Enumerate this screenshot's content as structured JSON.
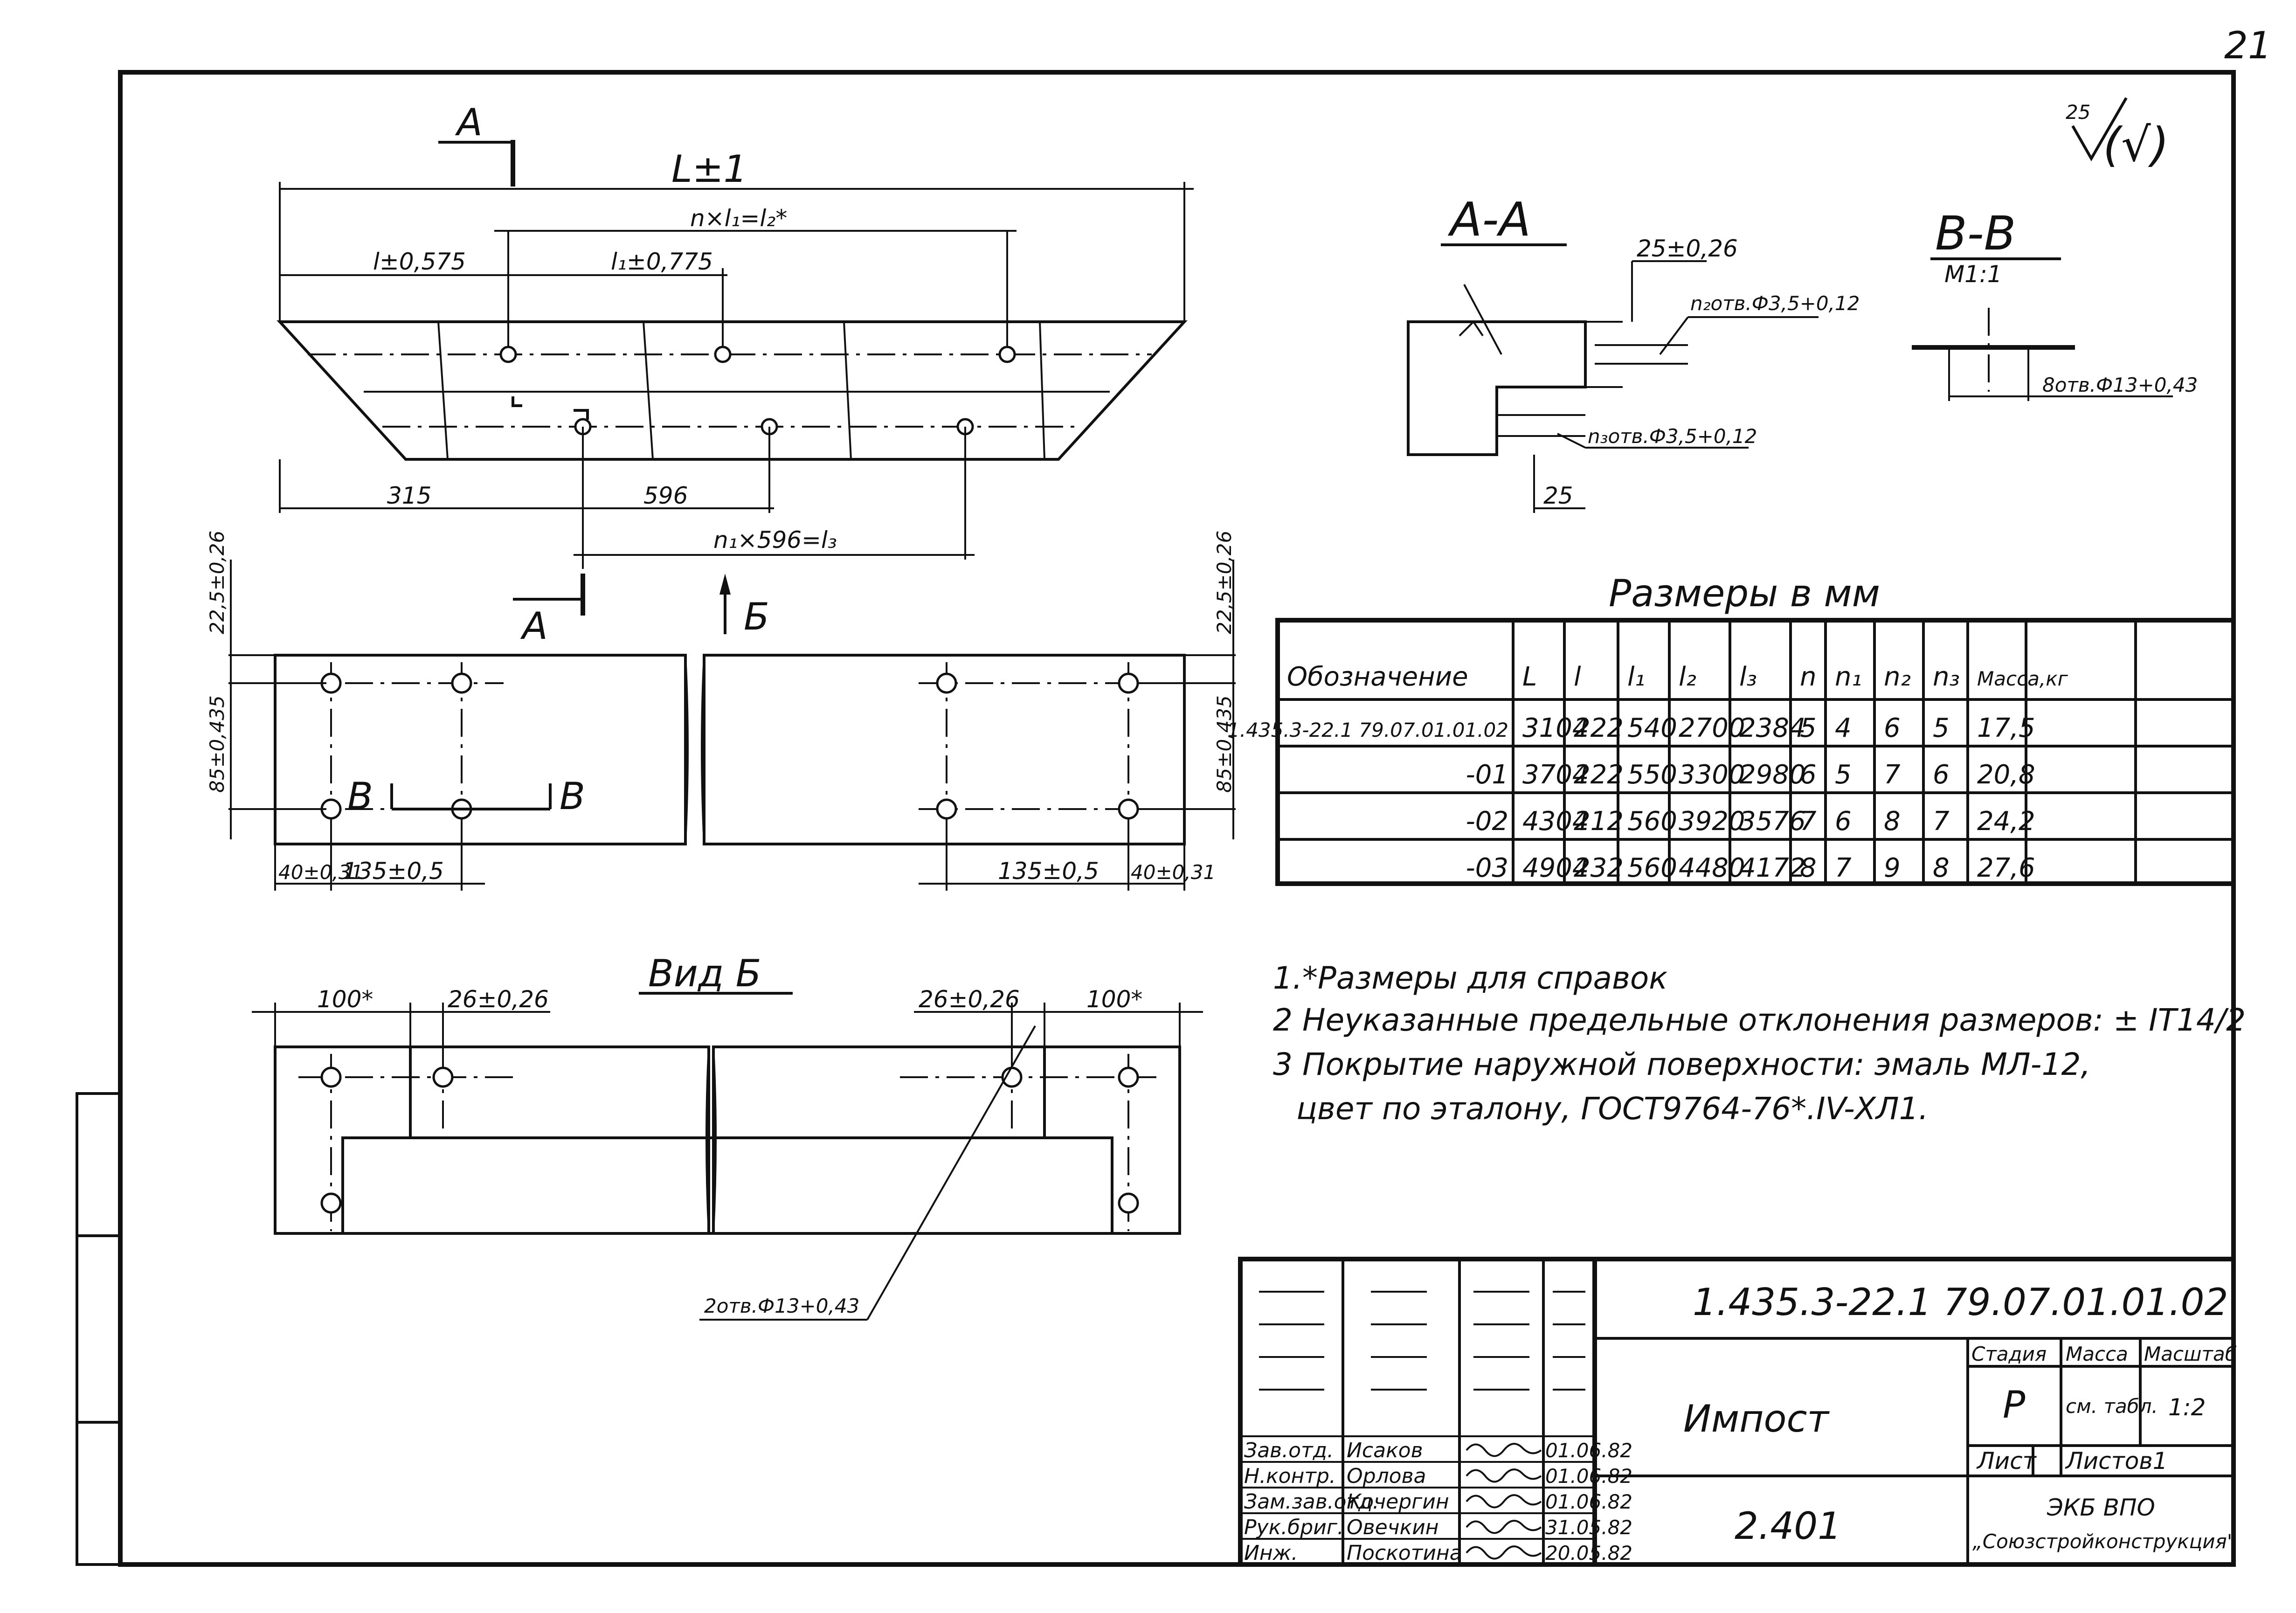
{
  "page_number": "21",
  "roughness": {
    "value": "25",
    "mark": "(√)"
  },
  "top_view": {
    "section_a": "А",
    "section_a_bottom": "А",
    "view_b_arrow": "Б",
    "dims": {
      "overall": "L±1",
      "pitch_total": "n×l₁=l₂*",
      "first_offset": "l±0,575",
      "pitch": "l₁±0,775",
      "start_bottom": "315",
      "pitch_bottom": "596",
      "total_bottom": "n₁×596=l₃"
    }
  },
  "front_view": {
    "dims": {
      "left_height_top": "22,5±0,26",
      "left_height": "85±0,435",
      "right_height_top": "22,5±0,26",
      "right_height": "85±0,435",
      "left_edge": "40±0,31",
      "left_spacing": "135±0,5",
      "right_spacing": "135±0,5",
      "right_edge": "40±0,31"
    },
    "section_b_left": "В",
    "section_b_right": "В"
  },
  "view_b": {
    "title": "Вид Б",
    "dims": {
      "left_edge": "100*",
      "left_spacing": "26±0,26",
      "right_spacing": "26±0,26",
      "right_edge": "100*"
    },
    "hole_callout": "2отв.Ф13+0,43"
  },
  "section_aa": {
    "title": "А-А",
    "dim_top": "25±0,26",
    "callout_top": "n₂отв.Ф3,5+0,12",
    "callout_bottom": "n₃отв.Ф3,5+0,12",
    "dim_bottom": "25"
  },
  "section_bb": {
    "title": "В-В",
    "scale": "М1:1",
    "callout": "8отв.Ф13+0,43"
  },
  "table": {
    "caption": "Размеры в мм",
    "headers": [
      "Обозначение",
      "L",
      "l",
      "l₁",
      "l₂",
      "l₃",
      "n",
      "n₁",
      "n₂",
      "n₃",
      "Масса,кг"
    ],
    "rows": [
      [
        "1.435.3-22.1 79.07.01.01.02",
        "3104",
        "222",
        "540",
        "2700",
        "2384",
        "5",
        "4",
        "6",
        "5",
        "17,5"
      ],
      [
        "-01",
        "3704",
        "222",
        "550",
        "3300",
        "2980",
        "6",
        "5",
        "7",
        "6",
        "20,8"
      ],
      [
        "-02",
        "4304",
        "212",
        "560",
        "3920",
        "3576",
        "7",
        "6",
        "8",
        "7",
        "24,2"
      ],
      [
        "-03",
        "4904",
        "232",
        "560",
        "4480",
        "4172",
        "8",
        "7",
        "9",
        "8",
        "27,6"
      ]
    ]
  },
  "notes": [
    "1.*Размеры для справок",
    "2 Неуказанные предельные отклонения размеров: ± IT14/2",
    "3 Покрытие наружной поверхности: эмаль МЛ-12,",
    "цвет по эталону, ГОСТ9764-76*.IV-ХЛ1."
  ],
  "title_block": {
    "doc_code": "1.435.3-22.1 79.07.01.01.02",
    "name": "Импост",
    "sheet_ref": "2.401",
    "stage_label": "Стадия",
    "mass_label": "Масса",
    "scale_label": "Масштаб",
    "stage": "Р",
    "mass": "см. табл.",
    "scale": "1:2",
    "sheet_label": "Лист",
    "sheets_label": "Листов1",
    "org": "ЭКБ ВПО",
    "org2": "„Союзстройконструкция\"",
    "staff": [
      {
        "role": "Зав.отд.",
        "name": "Исаков",
        "date": "01.06.82"
      },
      {
        "role": "Н.контр.",
        "name": "Орлова",
        "date": "01.06.82"
      },
      {
        "role": "Зам.зав.отд.",
        "name": "Кочергин",
        "date": "01.06.82"
      },
      {
        "role": "Рук.бриг.",
        "name": "Овечкин",
        "date": "31.05.82"
      },
      {
        "role": "Инж.",
        "name": "Поскотина",
        "date": "20.05.82"
      }
    ]
  }
}
